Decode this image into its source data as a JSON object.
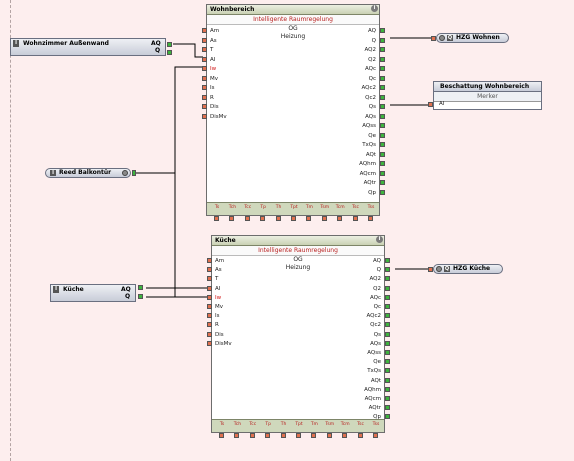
{
  "colors": {
    "background": "#fdeeee",
    "header": "#c9d1b4",
    "output_pin": "#3db43d",
    "input_pin": "#e07050",
    "wire": "#000000",
    "subtitle": "#b82020"
  },
  "blocks": {
    "wohnbereich": {
      "title": "Wohnbereich",
      "info": "i",
      "subtitle": "Intelligente Raumregelung",
      "line1": "OG",
      "line2": "Heizung",
      "inputs": [
        "Am",
        "As",
        "T",
        "AI",
        "Iw",
        "Mv",
        "Is",
        "R",
        "Dis",
        "DisMv"
      ],
      "outputs": [
        "AQ",
        "Q",
        "AQ2",
        "Q2",
        "AQc",
        "Qc",
        "AQc2",
        "Qc2",
        "Qs",
        "AQs",
        "AQss",
        "Qe",
        "TxQs",
        "AQt",
        "AQhm",
        "AQcm",
        "AQtr",
        "Qp"
      ],
      "bottom": [
        "Ts",
        "Tch",
        "Tcc",
        "Tp",
        "Th",
        "Tpt",
        "Tm",
        "Tsm",
        "Tcm",
        "Tsc",
        "Tss"
      ]
    },
    "kueche": {
      "title": "Küche",
      "info": "i",
      "subtitle": "Intelligente Raumregelung",
      "line1": "OG",
      "line2": "Heizung",
      "inputs": [
        "Am",
        "As",
        "T",
        "AI",
        "Iw",
        "Mv",
        "Is",
        "R",
        "Dis",
        "DisMv"
      ],
      "outputs": [
        "AQ",
        "Q",
        "AQ2",
        "Q2",
        "AQc",
        "Qc",
        "AQc2",
        "Qc2",
        "Qs",
        "AQs",
        "AQss",
        "Qe",
        "TxQs",
        "AQt",
        "AQhm",
        "AQcm",
        "AQtr",
        "Qp"
      ],
      "bottom": [
        "Ts",
        "Tch",
        "Tcc",
        "Tp",
        "Th",
        "Tpt",
        "Tm",
        "Tsm",
        "Tcm",
        "Tsc",
        "Tss"
      ]
    },
    "beschattung": {
      "title": "Beschattung Wohnbereich",
      "subtitle": "Merker",
      "input": "AI"
    }
  },
  "inputs": {
    "wohnzimmer": {
      "tag": "I",
      "label": "Wohnzimmer Außenwand",
      "p1": "AQ",
      "p2": "Q"
    },
    "kueche_in": {
      "tag": "I",
      "label": "Küche",
      "p1": "AQ",
      "p2": "Q"
    },
    "reed": {
      "tag": "I",
      "label": "Reed Balkontür"
    }
  },
  "outputs": {
    "hzg_wohnen": {
      "tag": "Q",
      "label": "HZG Wohnen"
    },
    "hzg_kueche": {
      "tag": "Q",
      "label": "HZG Küche"
    }
  },
  "icons": {
    "info": "info-icon",
    "readout": "readout-icon"
  }
}
